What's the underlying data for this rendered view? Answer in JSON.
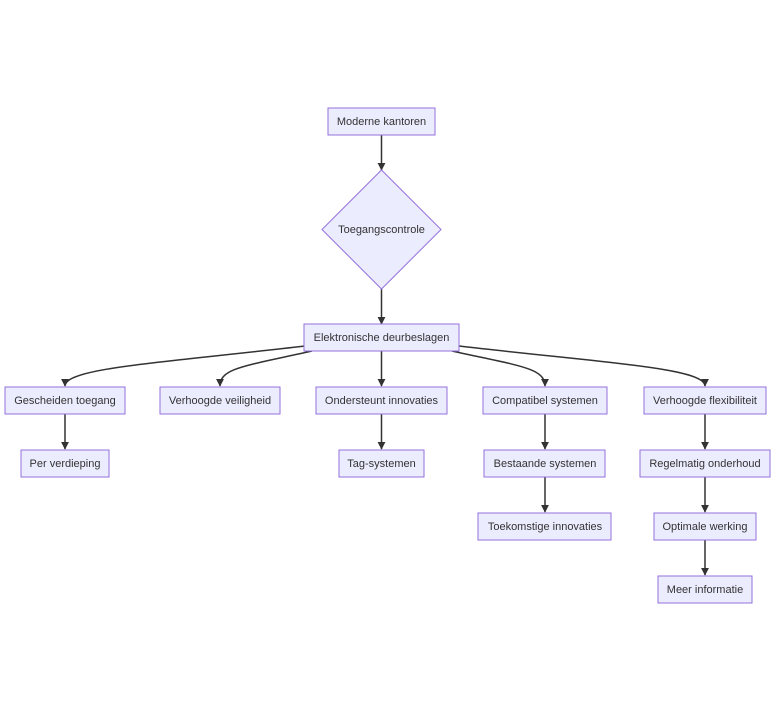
{
  "colors": {
    "node_fill": "#ECECFF",
    "node_stroke": "#9370DB",
    "edge": "#333333",
    "text": "#333333",
    "background": "#FFFFFF"
  },
  "nodes": {
    "moderne_kantoren": "Moderne kantoren",
    "toegangscontrole": "Toegangscontrole",
    "elektronische_deurbeslagen": "Elektronische deurbeslagen",
    "gescheiden_toegang": "Gescheiden toegang",
    "verhoogde_veiligheid": "Verhoogde veiligheid",
    "ondersteunt_innovaties": "Ondersteunt innovaties",
    "compatibel_systemen": "Compatibel systemen",
    "verhoogde_flexibiliteit": "Verhoogde flexibiliteit",
    "per_verdieping": "Per verdieping",
    "tag_systemen": "Tag-systemen",
    "bestaande_systemen": "Bestaande systemen",
    "regelmatig_onderhoud": "Regelmatig onderhoud",
    "toekomstige_innovaties": "Toekomstige innovaties",
    "optimale_werking": "Optimale werking",
    "meer_informatie": "Meer informatie"
  },
  "edges": [
    {
      "from": "moderne_kantoren",
      "to": "toegangscontrole"
    },
    {
      "from": "toegangscontrole",
      "to": "elektronische_deurbeslagen"
    },
    {
      "from": "elektronische_deurbeslagen",
      "to": "gescheiden_toegang"
    },
    {
      "from": "elektronische_deurbeslagen",
      "to": "verhoogde_veiligheid"
    },
    {
      "from": "elektronische_deurbeslagen",
      "to": "ondersteunt_innovaties"
    },
    {
      "from": "elektronische_deurbeslagen",
      "to": "compatibel_systemen"
    },
    {
      "from": "elektronische_deurbeslagen",
      "to": "verhoogde_flexibiliteit"
    },
    {
      "from": "gescheiden_toegang",
      "to": "per_verdieping"
    },
    {
      "from": "ondersteunt_innovaties",
      "to": "tag_systemen"
    },
    {
      "from": "compatibel_systemen",
      "to": "bestaande_systemen"
    },
    {
      "from": "bestaande_systemen",
      "to": "toekomstige_innovaties"
    },
    {
      "from": "verhoogde_flexibiliteit",
      "to": "regelmatig_onderhoud"
    },
    {
      "from": "regelmatig_onderhoud",
      "to": "optimale_werking"
    },
    {
      "from": "optimale_werking",
      "to": "meer_informatie"
    }
  ]
}
